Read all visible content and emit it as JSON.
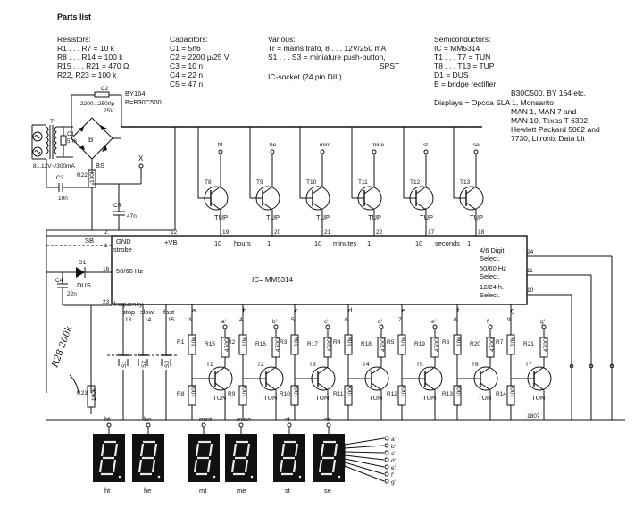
{
  "parts": {
    "title": "Parts list",
    "resistors": {
      "heading": "Resistors:",
      "lines": [
        "R1 . . . R7 = 10 k",
        "R8 . . . R14 = 100 k",
        "R15 . . . R21 = 470 Ω",
        "R22, R23 = 100 k"
      ]
    },
    "capacitors": {
      "heading": "Capacitors:",
      "lines": [
        "C1 = 5n6",
        "C2 = 2200 μ/25 V",
        "C3 = 10 n",
        "C4 = 22 n",
        "C5 = 47 n"
      ]
    },
    "various": {
      "heading": "Various:",
      "lines": [
        "Tr = mains trafo, 8 . . . 12V/250 mA",
        "S1 . . . S3 = miniature push-button,",
        "SPST",
        "IC-socket (24 pin DIL)"
      ]
    },
    "semis": {
      "heading": "Semiconductors:",
      "lines": [
        "IC = MM5314",
        "T1 . . . T7 = TUN",
        "T8 . . . T13 = TUP",
        "D1 = DUS",
        "B = bridge rectifier",
        "B30C500, BY 164 etc.",
        "Displays = Opcoa SLA 1, Monsanto",
        "MAN 1, MAN 7 and",
        "MAN 10, Texas T 6302,",
        "Hewlett Packard 5082 and",
        "7730, Litronix Data Lit"
      ]
    }
  },
  "supply": {
    "bridge_label": "BY164",
    "bridge_alt": "B=B30C500",
    "cap_value": "2200...2500μ",
    "cap_volt": "25V",
    "trafo": "Tr",
    "mains": "8...12V~/300mA",
    "c1": "C1",
    "c1v": "5n6",
    "bs": "BS",
    "r22": "R22",
    "r22v": "100k",
    "c3": "C3",
    "c3v": "10n",
    "c5": "C5",
    "c5v": "47n",
    "x": "X",
    "b": "B",
    "c2": "C2"
  },
  "ic": {
    "label": "IC= MM5314",
    "gnd": "GND",
    "strobe": "strobe",
    "vb": "+VB",
    "hz": "50/60 Hz",
    "freq": "frequency",
    "stop": "stop",
    "slow": "slow",
    "fast": "fast",
    "sb": "SB",
    "d1": "D1",
    "dus": "DUS",
    "c4": "C4",
    "c4v": "22n",
    "hours": "hours",
    "minutes": "minutes",
    "seconds": "seconds",
    "select1": [
      "4/6 Digit.",
      "Select."
    ],
    "select2": [
      "50/60 Hz",
      "Select."
    ],
    "select3": [
      "12/24 h.",
      "Select."
    ],
    "pins_top": [
      "12",
      "19",
      "20",
      "21",
      "22",
      "17",
      "18"
    ],
    "pins_right": [
      "24",
      "11",
      "10"
    ],
    "pins_left": [
      "2",
      "1",
      "16",
      "23"
    ],
    "pins_bottom": [
      "13",
      "14",
      "15",
      "3",
      "4",
      "5",
      "6",
      "7",
      "8",
      "9"
    ],
    "digit_labels": [
      "10",
      "1",
      "10",
      "1",
      "10",
      "1"
    ]
  },
  "digit_drivers": [
    {
      "name": "T8",
      "out": "ht",
      "type": "TUP"
    },
    {
      "name": "T9",
      "out": "he",
      "type": "TUP"
    },
    {
      "name": "T10",
      "out": "mint",
      "type": "TUP"
    },
    {
      "name": "T11",
      "out": "mine",
      "type": "TUP"
    },
    {
      "name": "T12",
      "out": "st",
      "type": "TUP"
    },
    {
      "name": "T13",
      "out": "se",
      "type": "TUP"
    }
  ],
  "segment_drivers": [
    {
      "seg": "a",
      "rb": "R1",
      "rbv": "10k",
      "rc": "R15",
      "rcv": "470Ω",
      "re": "R8",
      "rev": "100k",
      "t": "T1",
      "type": "TUN",
      "out": "a'"
    },
    {
      "seg": "b",
      "rb": "R2",
      "rbv": "10k",
      "rc": "R16",
      "rcv": "470Ω",
      "re": "R9",
      "rev": "100k",
      "t": "T2",
      "type": "TUN",
      "out": "b'"
    },
    {
      "seg": "c",
      "rb": "R3",
      "rbv": "10k",
      "rc": "R17",
      "rcv": "470Ω",
      "re": "R10",
      "rev": "100k",
      "t": "T3",
      "type": "TUN",
      "out": "c'"
    },
    {
      "seg": "d",
      "rb": "R4",
      "rbv": "10k",
      "rc": "R18",
      "rcv": "470Ω",
      "re": "R11",
      "rev": "100k",
      "t": "T4",
      "type": "TUN",
      "out": "d'"
    },
    {
      "seg": "e",
      "rb": "R5",
      "rbv": "10k",
      "rc": "R19",
      "rcv": "470Ω",
      "re": "R12",
      "rev": "100k",
      "t": "T5",
      "type": "TUN",
      "out": "e'"
    },
    {
      "seg": "f",
      "rb": "R6",
      "rbv": "10k",
      "rc": "R20",
      "rcv": "470Ω",
      "re": "R13",
      "rev": "100k",
      "t": "T6",
      "type": "TUN",
      "out": "f'"
    },
    {
      "seg": "g",
      "rb": "R7",
      "rbv": "10k",
      "rc": "R21",
      "rcv": "470Ω",
      "re": "R14",
      "rev": "100k",
      "t": "T7",
      "type": "TUN",
      "out": "g'"
    }
  ],
  "switches": [
    "S1",
    "S2",
    "S3"
  ],
  "r23": {
    "name": "R23",
    "value": "100k"
  },
  "displays": {
    "top": [
      "ht",
      "he",
      "mint",
      "mine",
      "st",
      "se"
    ],
    "bottom": [
      "ht",
      "he",
      "mt",
      "me",
      "st",
      "se"
    ],
    "outputs": [
      "a'",
      "b'",
      "c'",
      "d'",
      "e'",
      "f'",
      "g'"
    ]
  },
  "handwritten": "R28 200k",
  "fig_number": "1807"
}
